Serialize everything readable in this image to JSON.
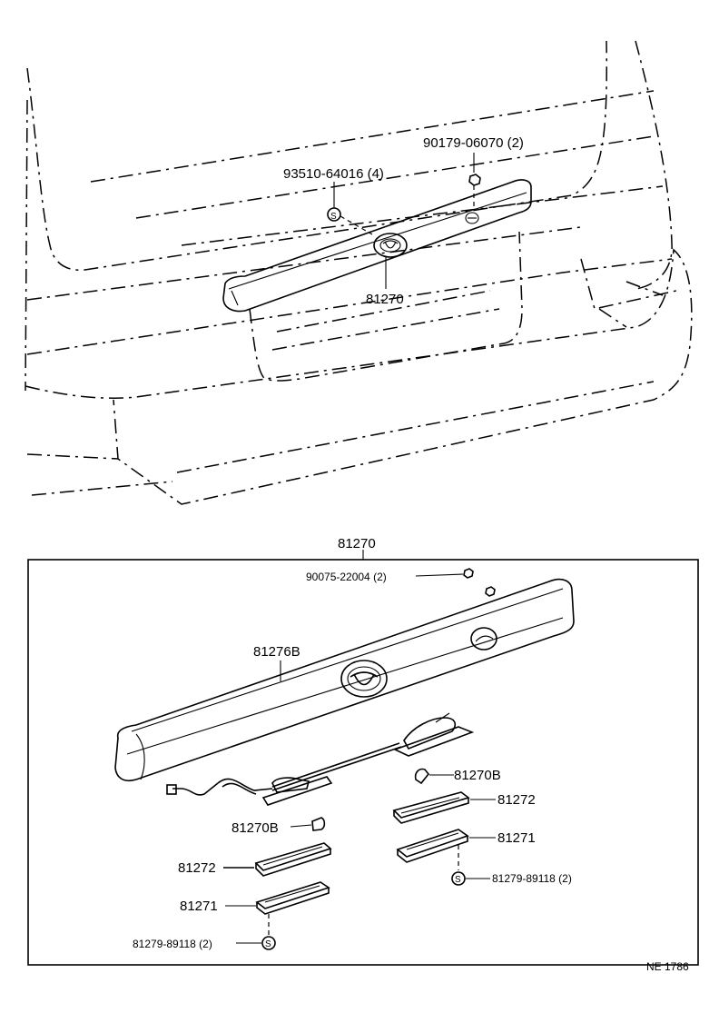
{
  "top_view": {
    "labels": {
      "nut": "90179-06070 (2)",
      "screw": "93510-64016 (4)",
      "garnish": "81270"
    }
  },
  "detail_box": {
    "title": "81270",
    "labels": {
      "clip": "90075-22004 (2)",
      "garnish_body": "81276B",
      "bulb_right": "81270B",
      "lens_right": "81272",
      "housing_right": "81271",
      "screw_right": "81279-89118 (2)",
      "bulb_left": "81270B",
      "lens_left": "81272",
      "housing_left": "81271",
      "screw_left": "81279-89118 (2)"
    }
  },
  "footer": {
    "code": "NE 1786"
  }
}
